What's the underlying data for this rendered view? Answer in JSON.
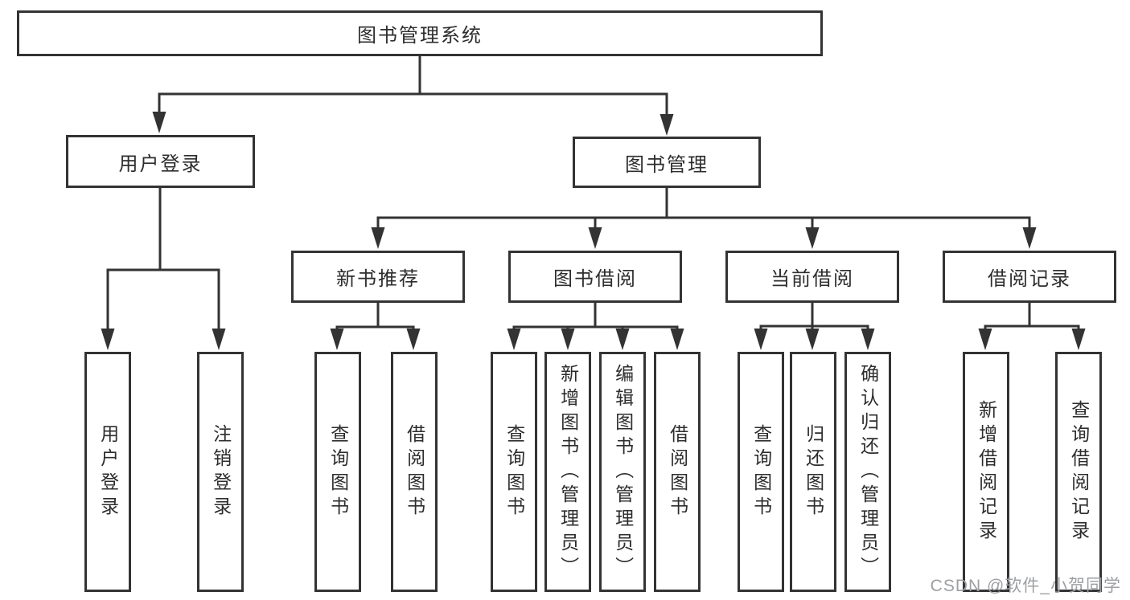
{
  "diagram": {
    "tree": {
      "label": "图书管理系统",
      "children": [
        {
          "label": "用户登录",
          "children": [
            {
              "label": "用户登录"
            },
            {
              "label": "注销登录"
            }
          ]
        },
        {
          "label": "图书管理",
          "children": [
            {
              "label": "新书推荐",
              "children": [
                {
                  "label": "查询图书"
                },
                {
                  "label": "借阅图书"
                }
              ]
            },
            {
              "label": "图书借阅",
              "children": [
                {
                  "label": "查询图书"
                },
                {
                  "label": "新增图书（管理员）"
                },
                {
                  "label": "编辑图书（管理员）"
                },
                {
                  "label": "借阅图书"
                }
              ]
            },
            {
              "label": "当前借阅",
              "children": [
                {
                  "label": "查询图书"
                },
                {
                  "label": "归还图书"
                },
                {
                  "label": "确认归还（管理员）"
                }
              ]
            },
            {
              "label": "借阅记录",
              "children": [
                {
                  "label": "新增借阅记录"
                },
                {
                  "label": "查询借阅记录"
                }
              ]
            }
          ]
        }
      ]
    },
    "colors": {
      "line": "#333333",
      "text": "#2d2d2d",
      "background": "#ffffff",
      "watermark": "#9d9fa2"
    }
  },
  "watermark": {
    "text": "CSDN @软件_小贺同学"
  }
}
